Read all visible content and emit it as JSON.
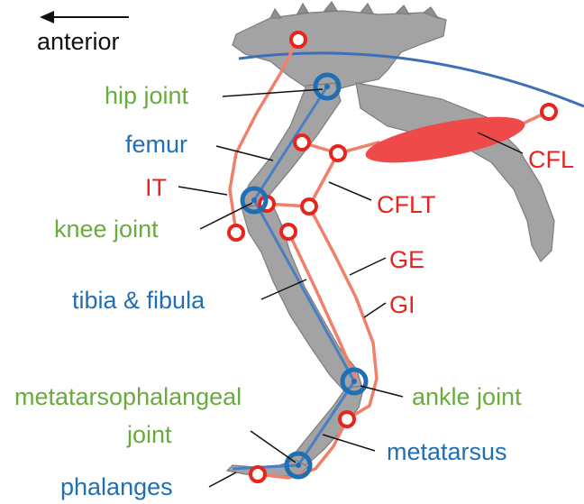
{
  "direction": {
    "label": "anterior",
    "arrow": "left-arrow"
  },
  "labels": {
    "hip_joint": "hip joint",
    "femur": "femur",
    "it": "IT",
    "knee_joint": "knee joint",
    "tibia_fibula": "tibia & fibula",
    "metatarsophalangeal_line1": "metatarsophalangeal",
    "metatarsophalangeal_line2": "joint",
    "phalanges": "phalanges",
    "cfl": "CFL",
    "cflt": "CFLT",
    "ge": "GE",
    "gi": "GI",
    "ankle_joint": "ankle joint",
    "metatarsus": "metatarsus"
  },
  "colors": {
    "joint_blue": "#1f6fb5",
    "muscle_red": "#e8241f",
    "muscle_line": "#f0806a",
    "bone_gray": "#9a9a9a",
    "label_green": "#6aab3e"
  }
}
